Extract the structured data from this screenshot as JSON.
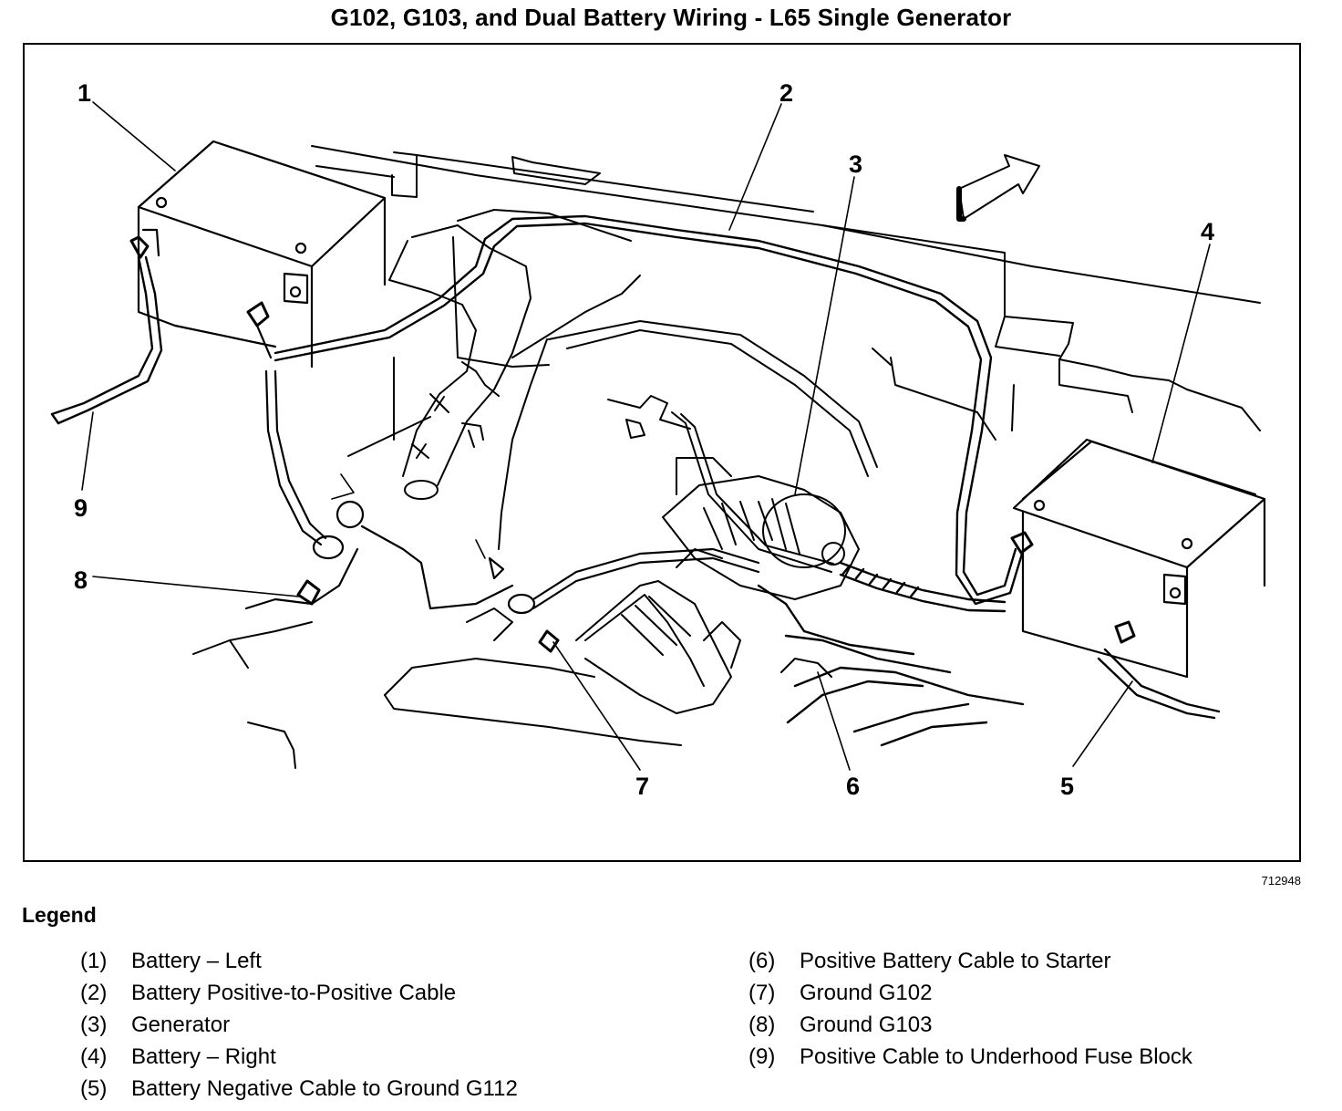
{
  "title": "G102, G103, and Dual Battery Wiring - L65 Single Generator",
  "figure_id": "712948",
  "callouts": [
    "1",
    "2",
    "3",
    "4",
    "5",
    "6",
    "7",
    "8",
    "9"
  ],
  "legend": {
    "heading": "Legend",
    "items": [
      {
        "num": "(1)",
        "text": "Battery – Left"
      },
      {
        "num": "(2)",
        "text": "Battery Positive-to-Positive Cable"
      },
      {
        "num": "(3)",
        "text": "Generator"
      },
      {
        "num": "(4)",
        "text": "Battery – Right"
      },
      {
        "num": "(5)",
        "text": "Battery Negative Cable to Ground G112"
      },
      {
        "num": "(6)",
        "text": "Positive Battery Cable to Starter"
      },
      {
        "num": "(7)",
        "text": "Ground G102"
      },
      {
        "num": "(8)",
        "text": "Ground G103"
      },
      {
        "num": "(9)",
        "text": "Positive Cable to Underhood Fuse Block"
      }
    ]
  }
}
